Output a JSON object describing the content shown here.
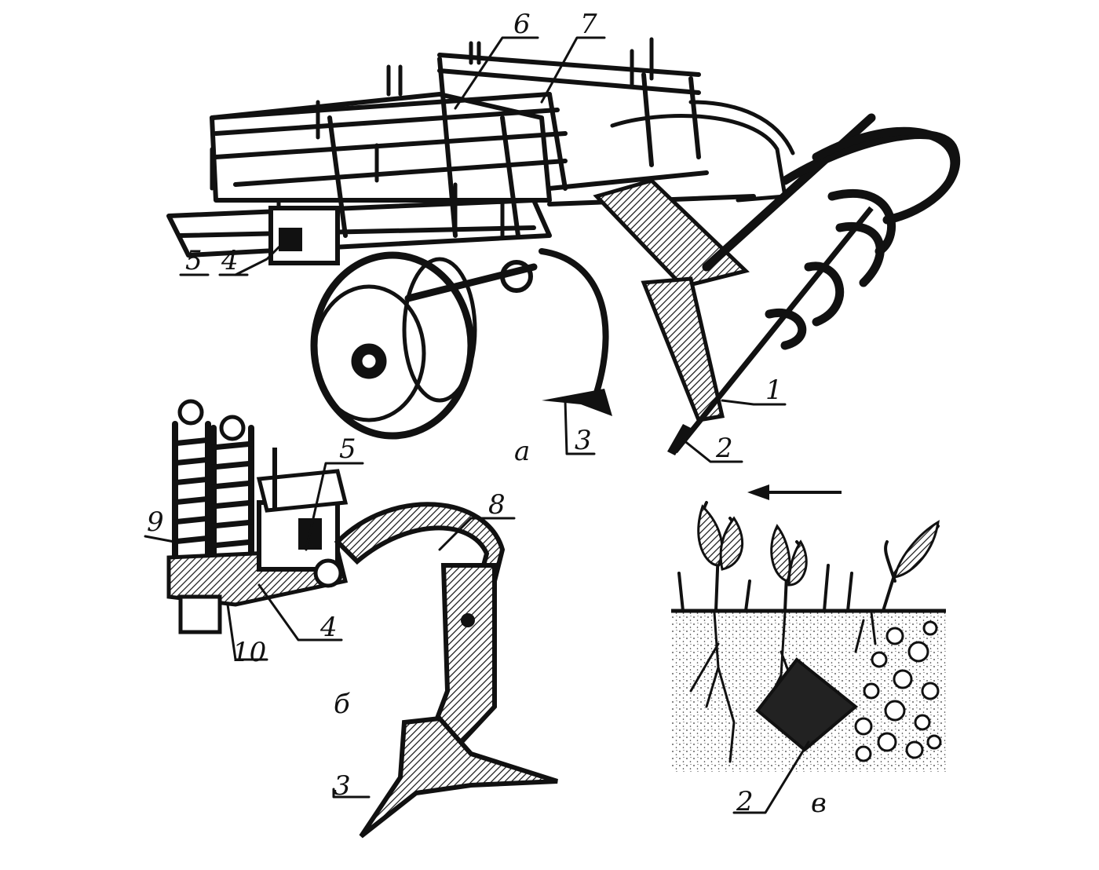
{
  "labels": {
    "n1": "1",
    "n2_top": "2",
    "n3_top": "3",
    "n4_top": "4",
    "n5_top": "5",
    "n6": "6",
    "n7": "7",
    "n5_mid": "5",
    "n8": "8",
    "n9": "9",
    "n4_mid": "4",
    "n10": "10",
    "n3_bot": "3",
    "n2_bot": "2",
    "view_a": "а",
    "view_b": "б",
    "view_v": "в"
  }
}
